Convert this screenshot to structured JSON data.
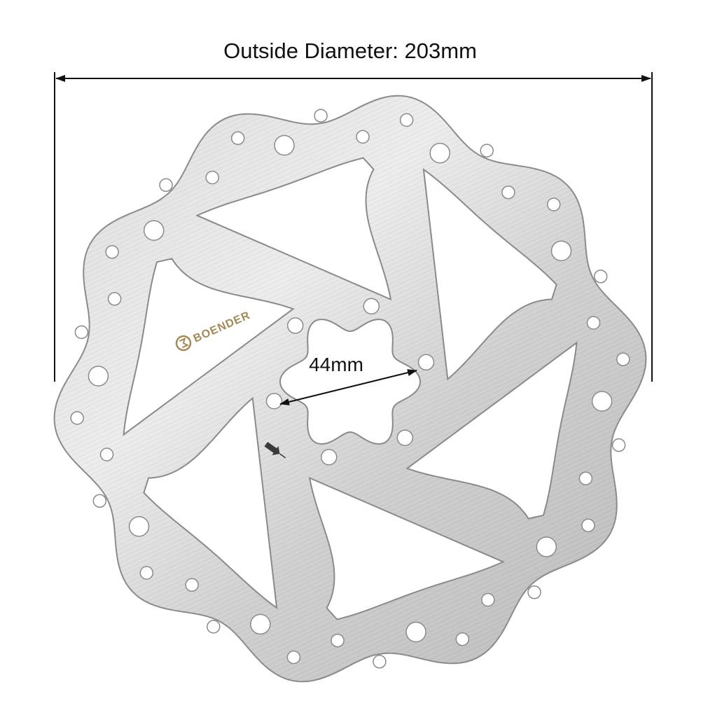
{
  "title_label": "Outside Diameter: 203mm",
  "inner_label": "44mm",
  "brand_text": "BOENDER",
  "colors": {
    "background": "#ffffff",
    "disc_light": "#e6e6e6",
    "disc_mid": "#c9c9c9",
    "disc_dark": "#9a9a9a",
    "outline": "#7a7a7a",
    "dimension_line": "#111111",
    "brand": "#a58a57"
  },
  "icons": [
    "brand-logo-icon",
    "rotation-arrow-icon"
  ]
}
